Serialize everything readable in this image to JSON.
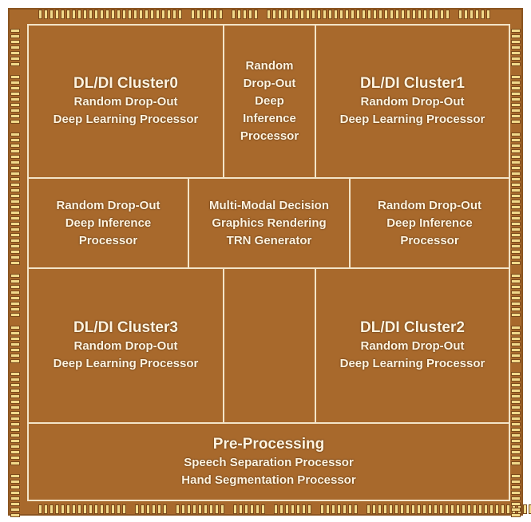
{
  "die": {
    "clusters": {
      "c0": {
        "title": "DL/DI Cluster0",
        "line1": "Random Drop-Out",
        "line2": "Deep Learning Processor"
      },
      "c1": {
        "title": "DL/DI Cluster1",
        "line1": "Random Drop-Out",
        "line2": "Deep Learning Processor"
      },
      "c3": {
        "title": "DL/DI Cluster3",
        "line1": "Random Drop-Out",
        "line2": "Deep Learning Processor"
      },
      "c2": {
        "title": "DL/DI Cluster2",
        "line1": "Random Drop-Out",
        "line2": "Deep Learning Processor"
      }
    },
    "top_center": {
      "line1": "Random",
      "line2": "Drop-Out",
      "line3": "Deep",
      "line4": "Inference",
      "line5": "Processor"
    },
    "mid_left": {
      "line1": "Random Drop-Out",
      "line2": "Deep Inference",
      "line3": "Processor"
    },
    "mid_center": {
      "line1": "Multi-Modal Decision",
      "line2": "Graphics Rendering",
      "line3": "TRN Generator"
    },
    "mid_right": {
      "line1": "Random Drop-Out",
      "line2": "Deep Inference",
      "line3": "Processor"
    },
    "pre_processing": {
      "title": "Pre-Processing",
      "line1": "Speech Separation Processor",
      "line2": "Hand Segmentation Processor"
    }
  },
  "colors": {
    "die": "#a8692c",
    "block_border": "#f3e4c8",
    "pad": "#f1d98a",
    "text": "#fff4e0"
  }
}
